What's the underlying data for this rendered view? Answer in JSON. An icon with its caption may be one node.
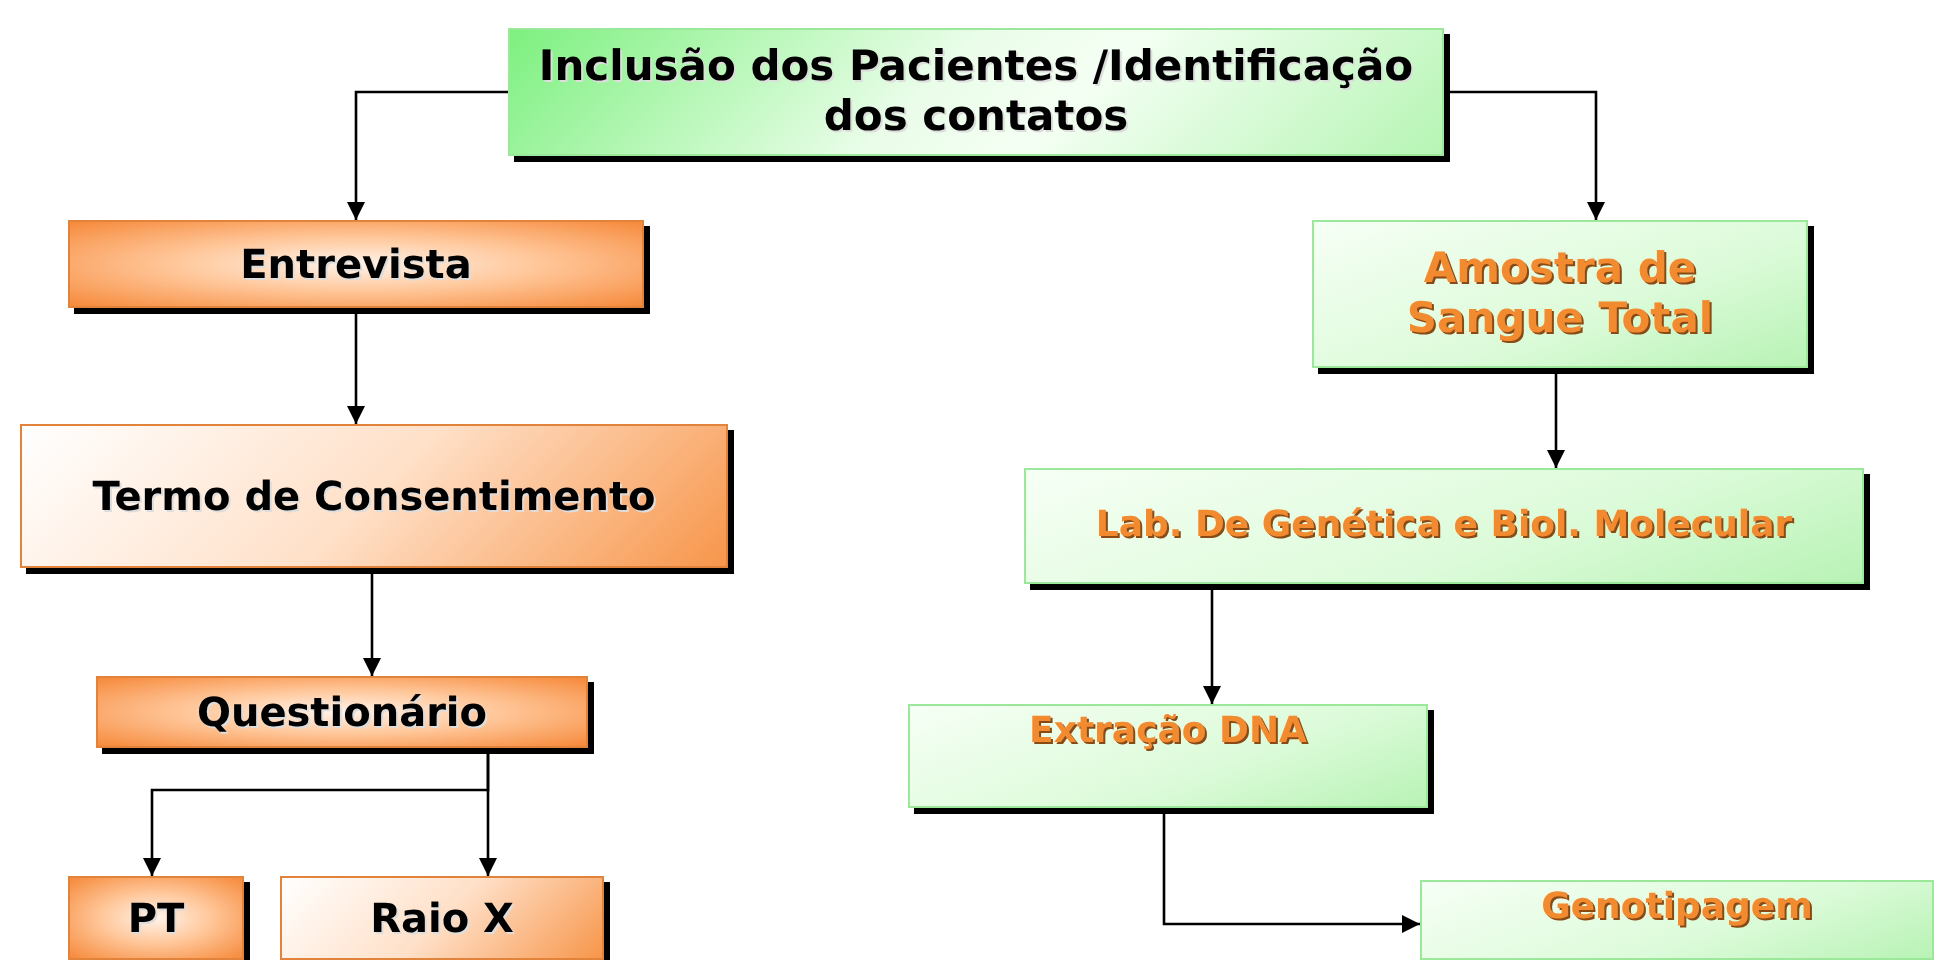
{
  "diagram": {
    "nodes": [
      {
        "text": [
          "Inclusão dos Pacientes /Identificação dos contatos"
        ]
      },
      {
        "text": [
          "Entrevista"
        ]
      },
      {
        "text": [
          "Termo de Consentimento"
        ]
      },
      {
        "text": [
          "Questionário"
        ]
      },
      {
        "text": [
          "PT"
        ]
      },
      {
        "text": [
          "Raio X"
        ]
      },
      {
        "text": [
          "Amostra de Sangue Total"
        ]
      },
      {
        "text": [
          "Lab. De Genética e Biol. Molecular"
        ]
      },
      {
        "text": [
          "Extração DNA"
        ]
      },
      {
        "text": [
          "Genotipagem"
        ]
      }
    ],
    "edges": [
      {
        "from": 0,
        "to": 1,
        "arrow": "to"
      },
      {
        "from": 0,
        "to": 6,
        "arrow": "to"
      },
      {
        "from": 1,
        "to": 2,
        "arrow": "to"
      },
      {
        "from": 2,
        "to": 3,
        "arrow": "to"
      },
      {
        "from": 3,
        "to": 4,
        "arrow": "to"
      },
      {
        "from": 3,
        "to": 5,
        "arrow": "to"
      },
      {
        "from": 6,
        "to": 7,
        "arrow": "to"
      },
      {
        "from": 7,
        "to": 8,
        "arrow": "to"
      },
      {
        "from": 8,
        "to": 9,
        "arrow": "to"
      }
    ]
  }
}
